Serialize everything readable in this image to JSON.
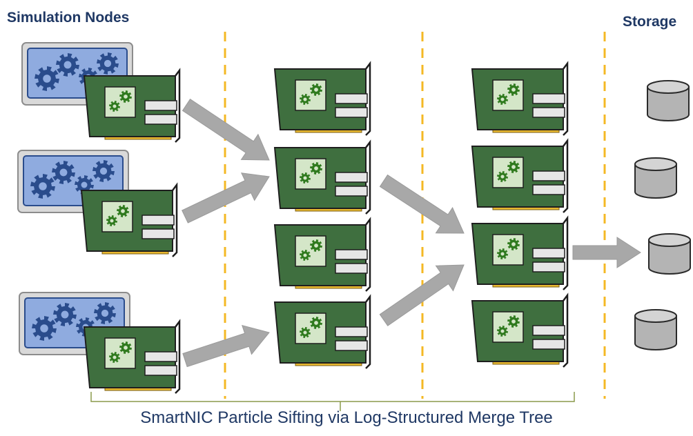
{
  "labels": {
    "simulation_nodes": "Simulation Nodes",
    "storage": "Storage",
    "caption": "SmartNIC Particle Sifting via Log-Structured Merge Tree"
  },
  "colors": {
    "title_text": "#1f3864",
    "caption_text": "#1f3864",
    "divider": "#f4b824",
    "bracket": "#8a9a4a",
    "card_green": "#3f6f3f",
    "card_chip": "#d4e6c8",
    "gear_green": "#2f7a1e",
    "sim_window": "#8fabdf",
    "sim_gear": "#2a4c8c",
    "arrow": "#a8a8a8",
    "storage_cylinder": "#b4b4b4",
    "gold_contacts": "#e8b830"
  },
  "icons": {
    "smartnic": "smartnic-card-icon",
    "simulation": "simulation-node-gears-icon",
    "storage": "storage-cylinder-icon",
    "flow": "flow-arrow"
  }
}
